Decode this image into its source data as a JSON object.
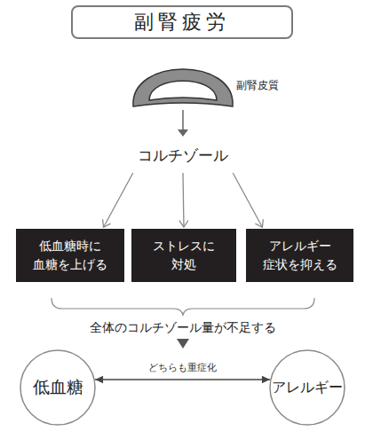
{
  "diagram": {
    "nodes": [
      {
        "text": [
          "副腎疲労"
        ]
      },
      {
        "text": [
          "コルチゾール"
        ]
      },
      {
        "text": [
          "低血糖時に 血糖を上げる"
        ]
      },
      {
        "text": [
          "ストレスに 対処"
        ]
      },
      {
        "text": [
          "アレルギー 症状を抑える"
        ]
      },
      {
        "text": [
          "低血糖"
        ]
      },
      {
        "text": [
          "アレルギー"
        ]
      }
    ],
    "edges": [
      {
        "from": 1,
        "to": 2,
        "arrow": "to"
      },
      {
        "from": 1,
        "to": 3,
        "arrow": "to"
      },
      {
        "from": 1,
        "to": 4,
        "arrow": "to"
      },
      {
        "from": 5,
        "to": 6,
        "label": "どちらも重症化",
        "arrow": "both"
      }
    ],
    "labels": [
      "副腎皮質",
      "全体のコルチゾール量が不足する"
    ]
  }
}
